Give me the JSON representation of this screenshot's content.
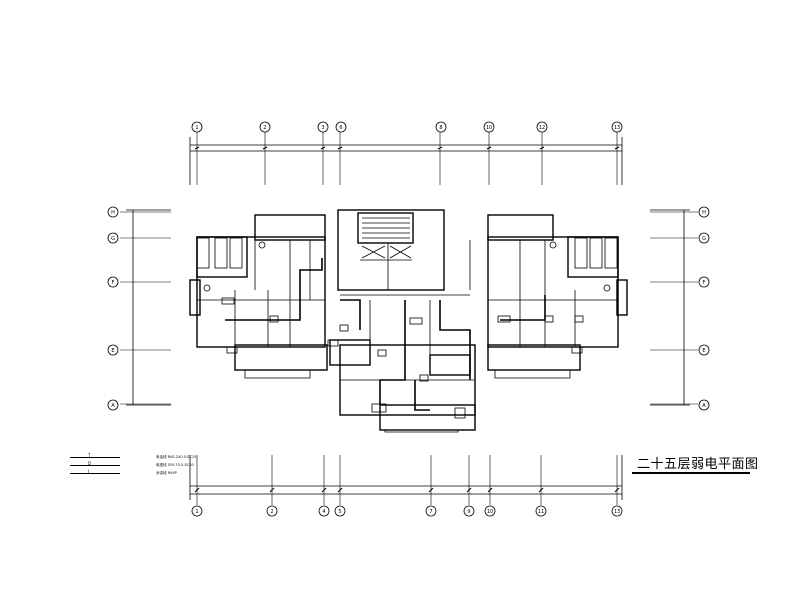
{
  "drawing_title": "二十五层弱电平面图",
  "grid_axes_top": [
    "1",
    "2",
    "3",
    "6",
    "8",
    "10",
    "12",
    "13"
  ],
  "grid_axes_bottom": [
    "1",
    "2",
    "4",
    "5",
    "7",
    "9",
    "10",
    "11",
    "13"
  ],
  "grid_axes_side": [
    "H",
    "G",
    "F",
    "E",
    "A"
  ],
  "legend": [
    {
      "symbol": "T",
      "text": "电话线 RVS-2X0.5-SC15"
    },
    {
      "symbol": "D",
      "text": "电视线 SYV-75-5-SC20"
    },
    {
      "symbol": "J",
      "text": "对讲线 RVVP"
    }
  ]
}
